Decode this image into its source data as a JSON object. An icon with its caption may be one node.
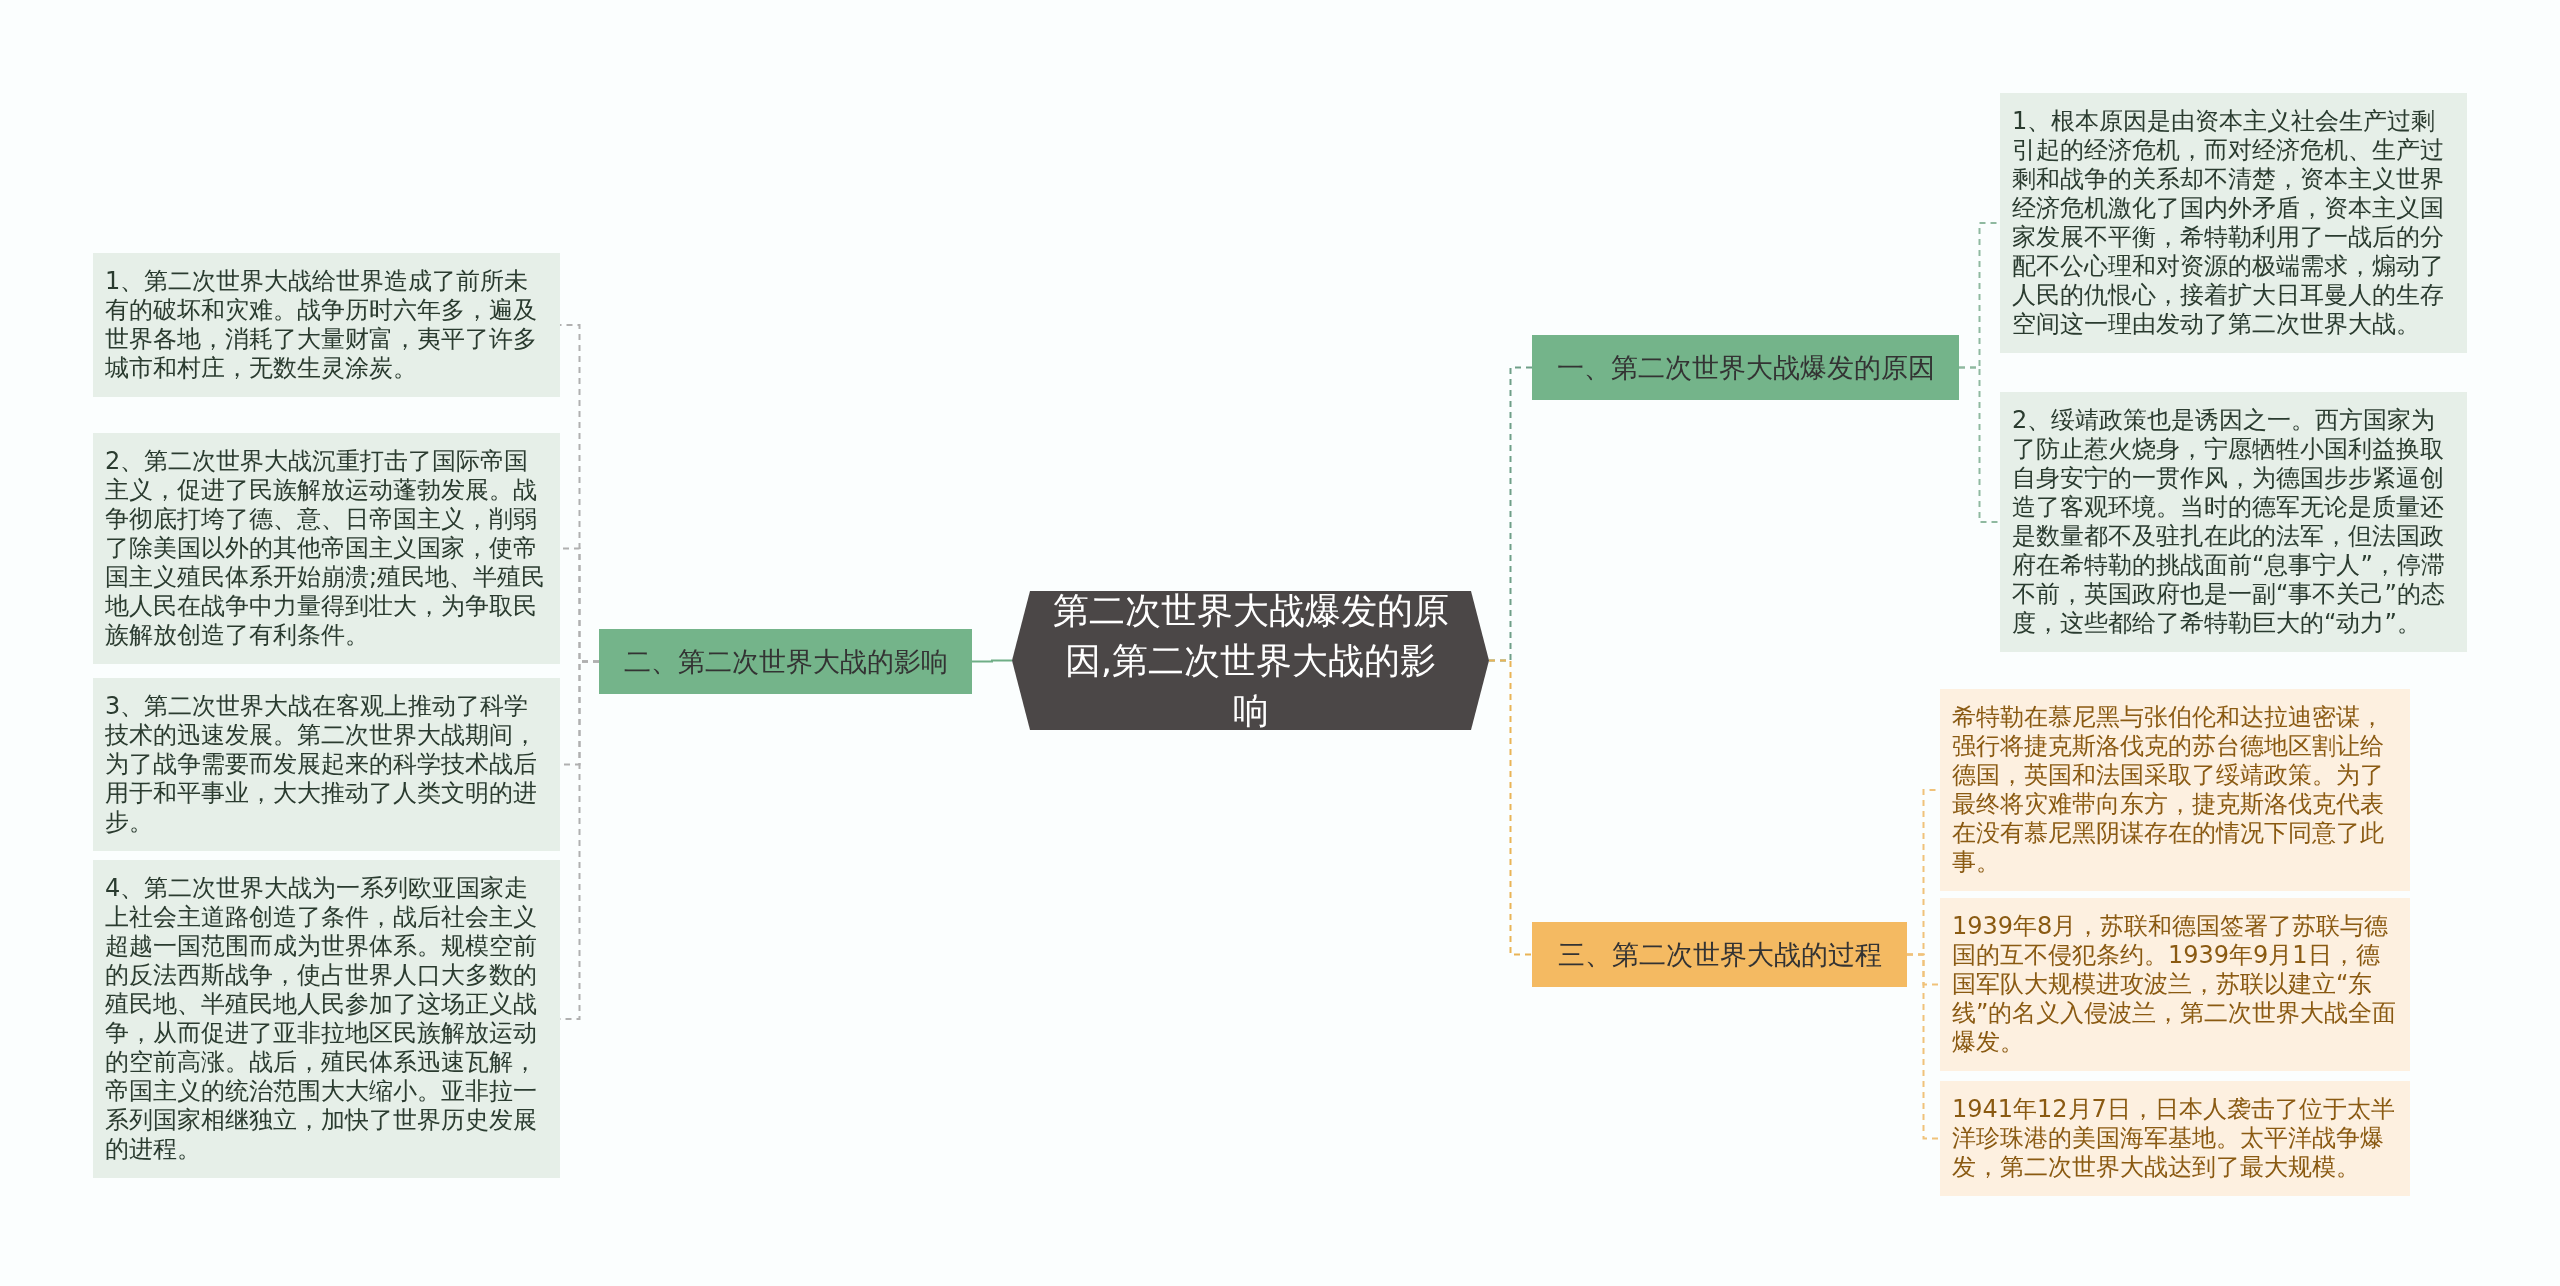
{
  "diagram": {
    "nodes": [
      {
        "text": [
          "第二次世界大战爆发的原因,第二次世界大战的影响"
        ]
      },
      {
        "text": [
          "一、第二次世界大战爆发的原因"
        ]
      },
      {
        "text": [
          "1、根本原因是由资本主义社会生产过剩引起的经济危机，而对经济危机、生产过剩和战争的关系却不清楚，资本主义世界经济危机激化了国内外矛盾，资本主义国家发展不平衡，希特勒利用了一战后的分配不公心理和对资源的极端需求，煽动了人民的仇恨心，接着扩大日耳曼人的生存空间这一理由发动了第二次世界大战。"
        ]
      },
      {
        "text": [
          "2、绥靖政策也是诱因之一。西方国家为了防止惹火烧身，宁愿牺牲小国利益换取自身安宁的一贯作风，为德国步步紧逼创造了客观环境。当时的德军无论是质量还是数量都不及驻扎在此的法军，但法国政府在希特勒的挑战面前“息事宁人”，停滞不前，英国政府也是一副“事不关己”的态度，这些都给了希特勒巨大的“动力”。"
        ]
      },
      {
        "text": [
          "二、第二次世界大战的影响"
        ]
      },
      {
        "text": [
          "1、第二次世界大战给世界造成了前所未有的破坏和灾难。战争历时六年多，遍及世界各地，消耗了大量财富，夷平了许多城市和村庄，无数生灵涂炭。"
        ]
      },
      {
        "text": [
          "2、第二次世界大战沉重打击了国际帝国主义，促进了民族解放运动蓬勃发展。战争彻底打垮了德、意、日帝国主义，削弱了除美国以外的其他帝国主义国家，使帝国主义殖民体系开始崩溃;殖民地、半殖民地人民在战争中力量得到壮大，为争取民族解放创造了有利条件。"
        ]
      },
      {
        "text": [
          "3、第二次世界大战在客观上推动了科学技术的迅速发展。第二次世界大战期间，为了战争需要而发展起来的科学技术战后用于和平事业，大大推动了人类文明的进步。"
        ]
      },
      {
        "text": [
          "4、第二次世界大战为一系列欧亚国家走上社会主道路创造了条件，战后社会主义超越一国范围而成为世界体系。规模空前的反法西斯战争，使占世界人口大多数的殖民地、半殖民地人民参加了这场正义战争，从而促进了亚非拉地区民族解放运动的空前高涨。战后，殖民体系迅速瓦解，帝国主义的统治范围大大缩小。亚非拉一系列国家相继独立，加快了世界历史发展的进程。"
        ]
      },
      {
        "text": [
          "三、第二次世界大战的过程"
        ]
      },
      {
        "text": [
          "希特勒在慕尼黑与张伯伦和达拉迪密谋，强行将捷克斯洛伐克的苏台德地区割让给德国，英国和法国采取了绥靖政策。为了最终将灾难带向东方，捷克斯洛伐克代表在没有慕尼黑阴谋存在的情况下同意了此事。"
        ]
      },
      {
        "text": [
          "1939年8月，苏联和德国签署了苏联与德国的互不侵犯条约。1939年9月1日，德国军队大规模进攻波兰，苏联以建立“东线”的名义入侵波兰，第二次世界大战全面爆发。"
        ]
      },
      {
        "text": [
          "1941年12月7日，日本人袭击了位于太半洋珍珠港的美国海军基地。太平洋战争爆发，第二次世界大战达到了最大规模。"
        ]
      }
    ],
    "edges": [
      {
        "from": 0,
        "to": 1,
        "arrow": "none",
        "style": "dashed",
        "color": "#6f9f88"
      },
      {
        "from": 1,
        "to": 2,
        "arrow": "none",
        "style": "dashed",
        "color": "#8fb9a0"
      },
      {
        "from": 1,
        "to": 3,
        "arrow": "none",
        "style": "dashed",
        "color": "#8fb9a0"
      },
      {
        "from": 0,
        "to": 4,
        "arrow": "none",
        "color": "#6fae86"
      },
      {
        "from": 4,
        "to": 5,
        "arrow": "none",
        "style": "dashed",
        "color": "#b0b0b0"
      },
      {
        "from": 4,
        "to": 6,
        "arrow": "none",
        "style": "dashed",
        "color": "#b0b0b0"
      },
      {
        "from": 4,
        "to": 7,
        "arrow": "none",
        "style": "dashed",
        "color": "#b0b0b0"
      },
      {
        "from": 4,
        "to": 8,
        "arrow": "none",
        "style": "dashed",
        "color": "#b0b0b0"
      },
      {
        "from": 0,
        "to": 9,
        "arrow": "none",
        "style": "dashed",
        "color": "#e9b456"
      },
      {
        "from": 9,
        "to": 10,
        "arrow": "none",
        "style": "dashed",
        "color": "#f0c27a"
      },
      {
        "from": 9,
        "to": 11,
        "arrow": "none",
        "style": "dashed",
        "color": "#f0c27a"
      },
      {
        "from": 9,
        "to": 12,
        "arrow": "none",
        "style": "dashed",
        "color": "#f0c27a"
      }
    ]
  }
}
